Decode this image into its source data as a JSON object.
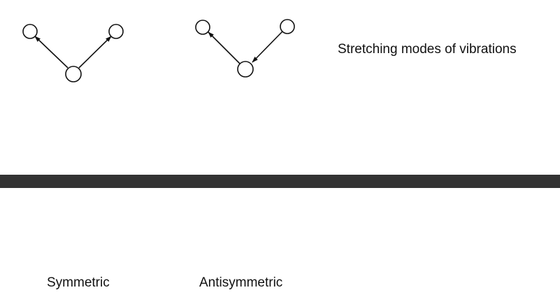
{
  "title": "Stretching modes of vibrations",
  "modes": [
    {
      "label": "Symmetric"
    },
    {
      "label": "Antisymmetric"
    }
  ],
  "colors": {
    "line": "#111111",
    "atom_fill": "#ffffff",
    "divider": "#333333"
  }
}
